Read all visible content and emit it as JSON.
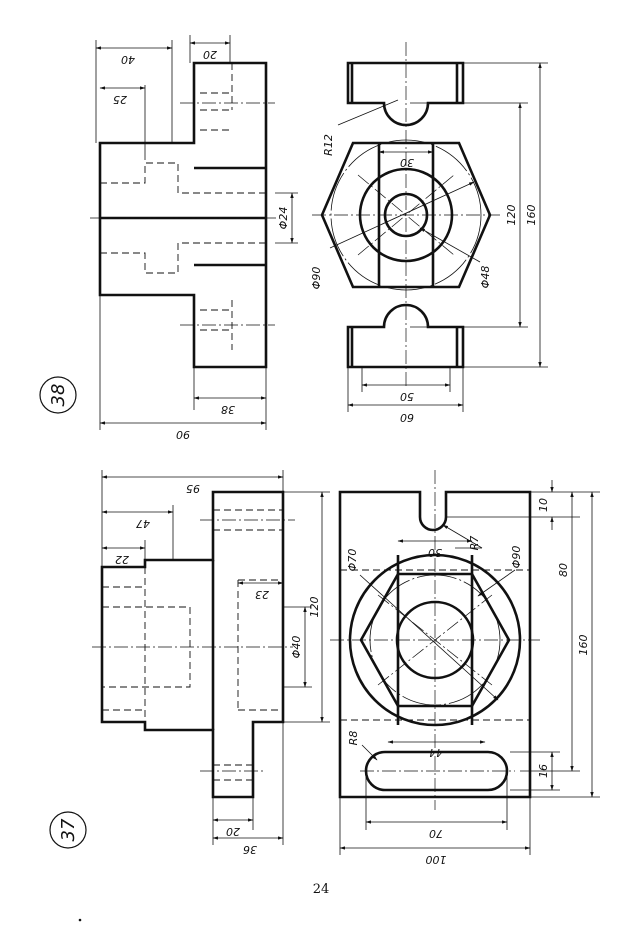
{
  "page_number": "24",
  "drawings": [
    {
      "problem_label": "38",
      "dimensions": [
        "40",
        "20",
        "25",
        "38",
        "90",
        "Φ24",
        "R12",
        "30",
        "Φ90",
        "Φ48",
        "50",
        "60",
        "120",
        "160"
      ]
    },
    {
      "problem_label": "37",
      "dimensions": [
        "95",
        "47",
        "22",
        "23",
        "Φ40",
        "120",
        "20",
        "36",
        "10",
        "R7",
        "30",
        "Φ70",
        "Φ90",
        "80",
        "160",
        "R8",
        "44",
        "16",
        "70",
        "100"
      ]
    }
  ]
}
